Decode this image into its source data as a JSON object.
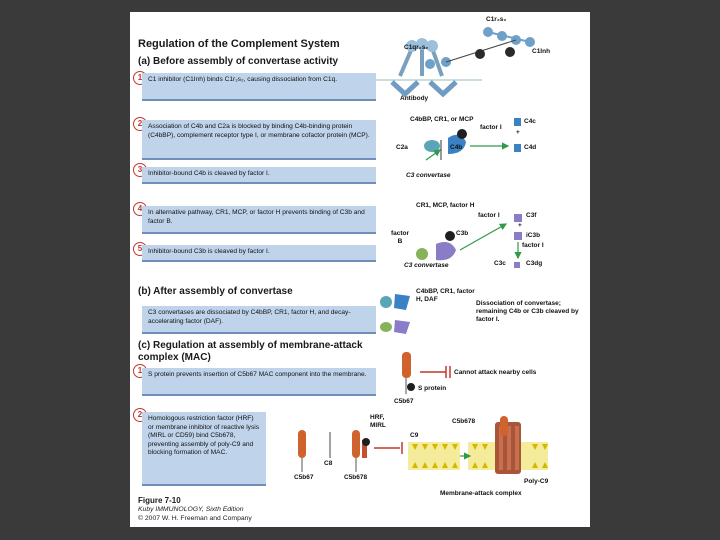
{
  "title": "Regulation of the Complement System",
  "section_a": "(a) Before assembly of convertase activity",
  "section_b": "(b) After assembly of convertase",
  "section_c": "(c) Regulation at assembly of membrane-attack complex (MAC)",
  "steps_a": [
    {
      "num": "1",
      "text": "C1 inhibitor (C1Inh) binds C1r₂s₂, causing dissociation from C1q."
    },
    {
      "num": "2",
      "text": "Association of C4b and C2a is blocked by binding C4b-binding protein (C4bBP), complement receptor type I, or membrane cofactor protein (MCP)."
    },
    {
      "num": "3",
      "text": "Inhibitor-bound C4b is cleaved by factor I."
    },
    {
      "num": "4",
      "text": "In alternative pathway, CR1, MCP, or factor H prevents binding of C3b and factor B."
    },
    {
      "num": "5",
      "text": "Inhibitor-bound C3b is cleaved by factor I."
    }
  ],
  "step_b": "C3 convertases are dissociated by C4bBP, CR1, factor H, and decay-accelerating factor (DAF).",
  "steps_c": [
    {
      "num": "1",
      "text": "S protein prevents insertion of C5b67 MAC component into the membrane."
    },
    {
      "num": "2",
      "text": "Homologous restriction factor (HRF) or membrane inhibitor of reactive lysis (MIRL or CD59) bind C5b678, preventing assembly of poly-C9 and blocking formation of MAC."
    }
  ],
  "labels": {
    "c1r2s2": "C1r₂s₂",
    "c1qr2s2": "C1qr₂s₂",
    "c1inh": "C1Inh",
    "antibody": "Antibody",
    "c4bbp_cr1_mcp": "C4bBP, CR1, or MCP",
    "factor_i_1": "factor I",
    "c2a": "C2a",
    "c4b": "C4b",
    "c4c": "C4c",
    "c4d": "C4d",
    "plus": "+",
    "c3_convertase_1": "C3 convertase",
    "cr1_mcp_factorh": "CR1, MCP, factor H",
    "factor_i_2": "factor I",
    "factor_b": "factor B",
    "c3b": "C3b",
    "c3f": "C3f",
    "ic3b": "iC3b",
    "factor_i_3": "factor I",
    "c3c": "C3c",
    "c3dg": "C3dg",
    "c3_convertase_2": "C3 convertase",
    "c4bbp_cr1_fh_daf": "C4bBP, CR1, factor H, DAF",
    "dissociation": "Dissociation of convertase; remaining C4b or C3b cleaved by factor I.",
    "cannot_attack": "Cannot attack nearby cells",
    "s_protein": "S protein",
    "c5b67_1": "C5b67",
    "hrf_mirl": "HRF, MIRL",
    "c8": "C8",
    "c9": "C9",
    "c5b678": "C5b678",
    "c5b67_2": "C5b67",
    "c5b678_2": "C5b678",
    "poly_c9": "Poly-C9",
    "mac": "Membrane-attack complex"
  },
  "caption": {
    "figure": "Figure 7-10",
    "book": "Kuby IMMUNOLOGY, Sixth Edition",
    "copyright": "© 2007 W. H. Freeman and Company"
  },
  "colors": {
    "box_fill": "#bfd3ea",
    "number_ring": "#c0392b",
    "c4b_blue": "#3b82c4",
    "c3b_purple": "#8a7cc7",
    "c2a_teal": "#5aa6b8",
    "factor_b_green": "#86b35a",
    "mac_orange": "#d0622e",
    "membrane_yellow": "#e8d24a"
  }
}
